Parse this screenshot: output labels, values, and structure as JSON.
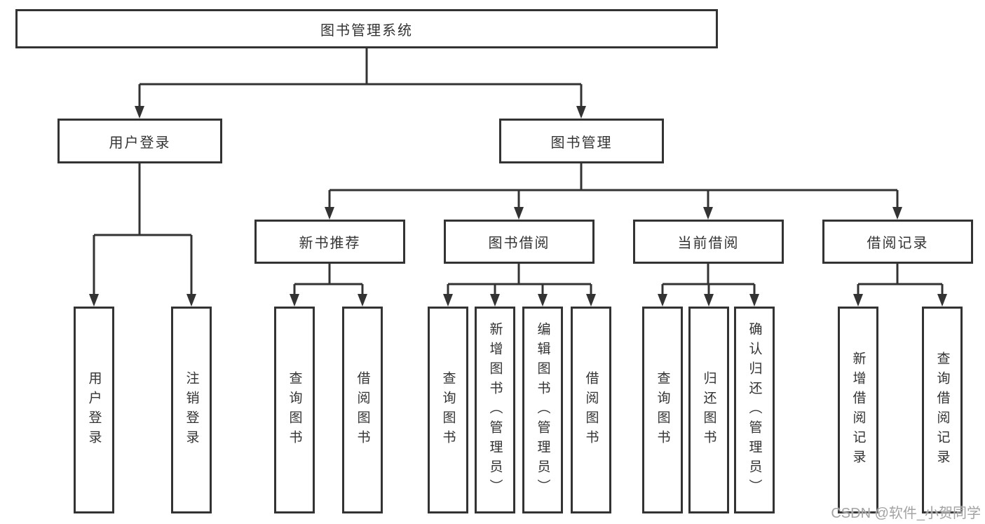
{
  "diagram": {
    "root": {
      "label": "图书管理系统"
    },
    "level2": [
      {
        "label": "用户登录"
      },
      {
        "label": "图书管理"
      }
    ],
    "level3": [
      {
        "label": "新书推荐",
        "parent": "图书管理"
      },
      {
        "label": "图书借阅",
        "parent": "图书管理"
      },
      {
        "label": "当前借阅",
        "parent": "图书管理"
      },
      {
        "label": "借阅记录",
        "parent": "图书管理"
      }
    ],
    "leaves": [
      {
        "label": "用户登录",
        "parent": "用户登录"
      },
      {
        "label": "注销登录",
        "parent": "用户登录"
      },
      {
        "label": "查询图书",
        "parent": "新书推荐"
      },
      {
        "label": "借阅图书",
        "parent": "新书推荐"
      },
      {
        "label": "查询图书",
        "parent": "图书借阅"
      },
      {
        "label": "新增图书（管理员）",
        "parent": "图书借阅"
      },
      {
        "label": "编辑图书（管理员）",
        "parent": "图书借阅"
      },
      {
        "label": "借阅图书",
        "parent": "图书借阅"
      },
      {
        "label": "查询图书",
        "parent": "当前借阅"
      },
      {
        "label": "归还图书",
        "parent": "当前借阅"
      },
      {
        "label": "确认归还（管理员）",
        "parent": "当前借阅"
      },
      {
        "label": "新增借阅记录",
        "parent": "借阅记录"
      },
      {
        "label": "查询借阅记录",
        "parent": "借阅记录"
      }
    ],
    "watermark": "CSDN @软件_小贺同学",
    "colors": {
      "line": "#333333",
      "box_border": "#333333",
      "text": "#333333",
      "watermark_text": "#a3a3a3",
      "background": "#ffffff"
    }
  }
}
